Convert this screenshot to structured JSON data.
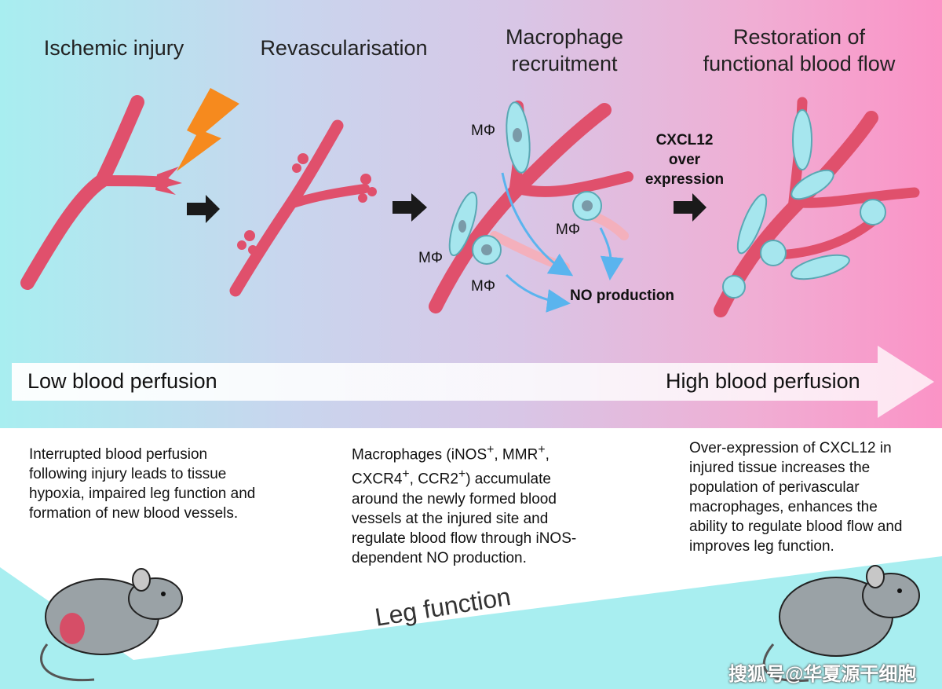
{
  "stages": [
    {
      "title": "Ischemic injury"
    },
    {
      "title": "Revascularisation"
    },
    {
      "title": "Macrophage\nrecruitment"
    },
    {
      "title": "Restoration of\nfunctional blood flow"
    }
  ],
  "labels": {
    "macrophage": "MΦ",
    "no_production": "NO production",
    "cxcl12": "CXCL12\nover\nexpression"
  },
  "perfusion": {
    "low": "Low blood perfusion",
    "high": "High blood perfusion"
  },
  "descriptions": {
    "left": "Interrupted blood perfusion following injury leads to tissue hypoxia, impaired leg function and formation of new blood vessels.",
    "middle_html": "Macrophages (iNOS<sup>+</sup>, MMR<sup>+</sup>, CXCR4<sup>+</sup>, CCR2<sup>+</sup>) accumulate around the newly formed blood vessels at the injured site and regulate blood flow through iNOS-dependent NO production.",
    "right": "Over-expression of CXCL12 in injured tissue increases the population of perivascular macrophages, enhances the ability to regulate blood flow and improves leg function."
  },
  "leg_function": "Leg function",
  "watermark": "搜狐号@华夏源干细胞",
  "colors": {
    "vessel": "#e0506c",
    "macrophage": "#a6e6ee",
    "flow_arrow": "#5ab4ee",
    "injury": "#f68a1e"
  }
}
